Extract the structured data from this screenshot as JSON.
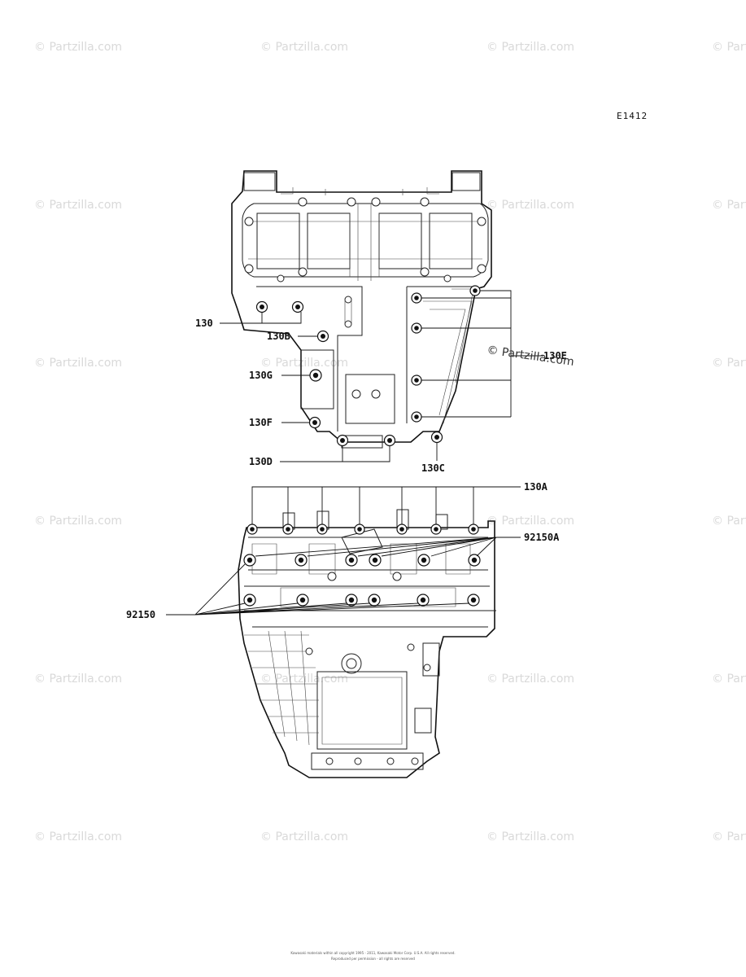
{
  "diagram_code": "E1412",
  "watermark_text": "© Partzilla.com",
  "watermark_inline": "© Partzilla.com",
  "copyright_line_1": "Kawasaki materials within all copyright 1995 - 2011, Kawasaki Motor Corp. U.S.A. All rights reserved.",
  "copyright_line_2": "Reproduced per permission - all rights are reserved",
  "callouts": {
    "c130": "130",
    "c130B": "130B",
    "c130G": "130G",
    "c130F": "130F",
    "c130D": "130D",
    "c130C": "130C",
    "c130E": "130E",
    "c130A": "130A",
    "c92150A": "92150A",
    "c92150": "92150"
  }
}
